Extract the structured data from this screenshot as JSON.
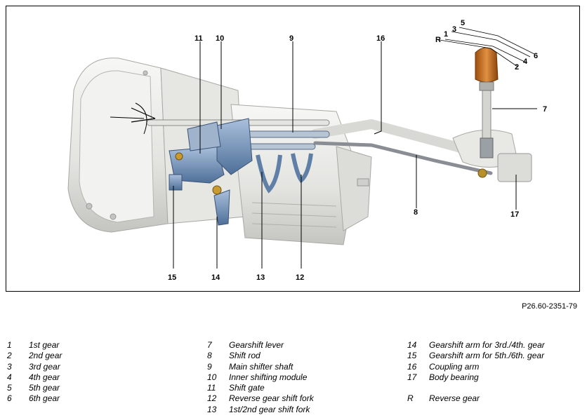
{
  "figure": {
    "callouts": {
      "c1": "1",
      "c2": "2",
      "c3": "3",
      "c4": "4",
      "c5": "5",
      "c6": "6",
      "cR": "R",
      "c7": "7",
      "c8": "8",
      "c9": "9",
      "c10": "10",
      "c11": "11",
      "c12": "12",
      "c13": "13",
      "c14": "14",
      "c15": "15",
      "c16": "16",
      "c17": "17"
    },
    "colors": {
      "housing": "#eeeeec",
      "housing_shade": "#c9c9c6",
      "metal_blue": "#6f8fb4",
      "knob": "#c8731e",
      "brass": "#b8902a"
    }
  },
  "reference": "P26.60-2351-79",
  "legend": {
    "col1": [
      {
        "num": "1",
        "text": "1st gear"
      },
      {
        "num": "2",
        "text": "2nd gear"
      },
      {
        "num": "3",
        "text": "3rd gear"
      },
      {
        "num": "4",
        "text": "4th gear"
      },
      {
        "num": "5",
        "text": "5th gear"
      },
      {
        "num": "6",
        "text": "6th gear"
      }
    ],
    "col2": [
      {
        "num": "7",
        "text": "Gearshift lever"
      },
      {
        "num": "8",
        "text": "Shift rod"
      },
      {
        "num": "9",
        "text": "Main shifter shaft"
      },
      {
        "num": "10",
        "text": "Inner shifting module"
      },
      {
        "num": "11",
        "text": "Shift gate"
      },
      {
        "num": "12",
        "text": "Reverse gear shift fork"
      },
      {
        "num": "13",
        "text": "1st/2nd gear shift fork"
      }
    ],
    "col3": [
      {
        "num": "14",
        "text": "Gearshift arm for 3rd./4th. gear"
      },
      {
        "num": "15",
        "text": "Gearshift arm for 5th./6th. gear"
      },
      {
        "num": "16",
        "text": "Coupling arm"
      },
      {
        "num": "17",
        "text": "Body bearing"
      },
      {
        "num": "",
        "text": ""
      },
      {
        "num": "R",
        "text": "Reverse gear"
      }
    ]
  }
}
